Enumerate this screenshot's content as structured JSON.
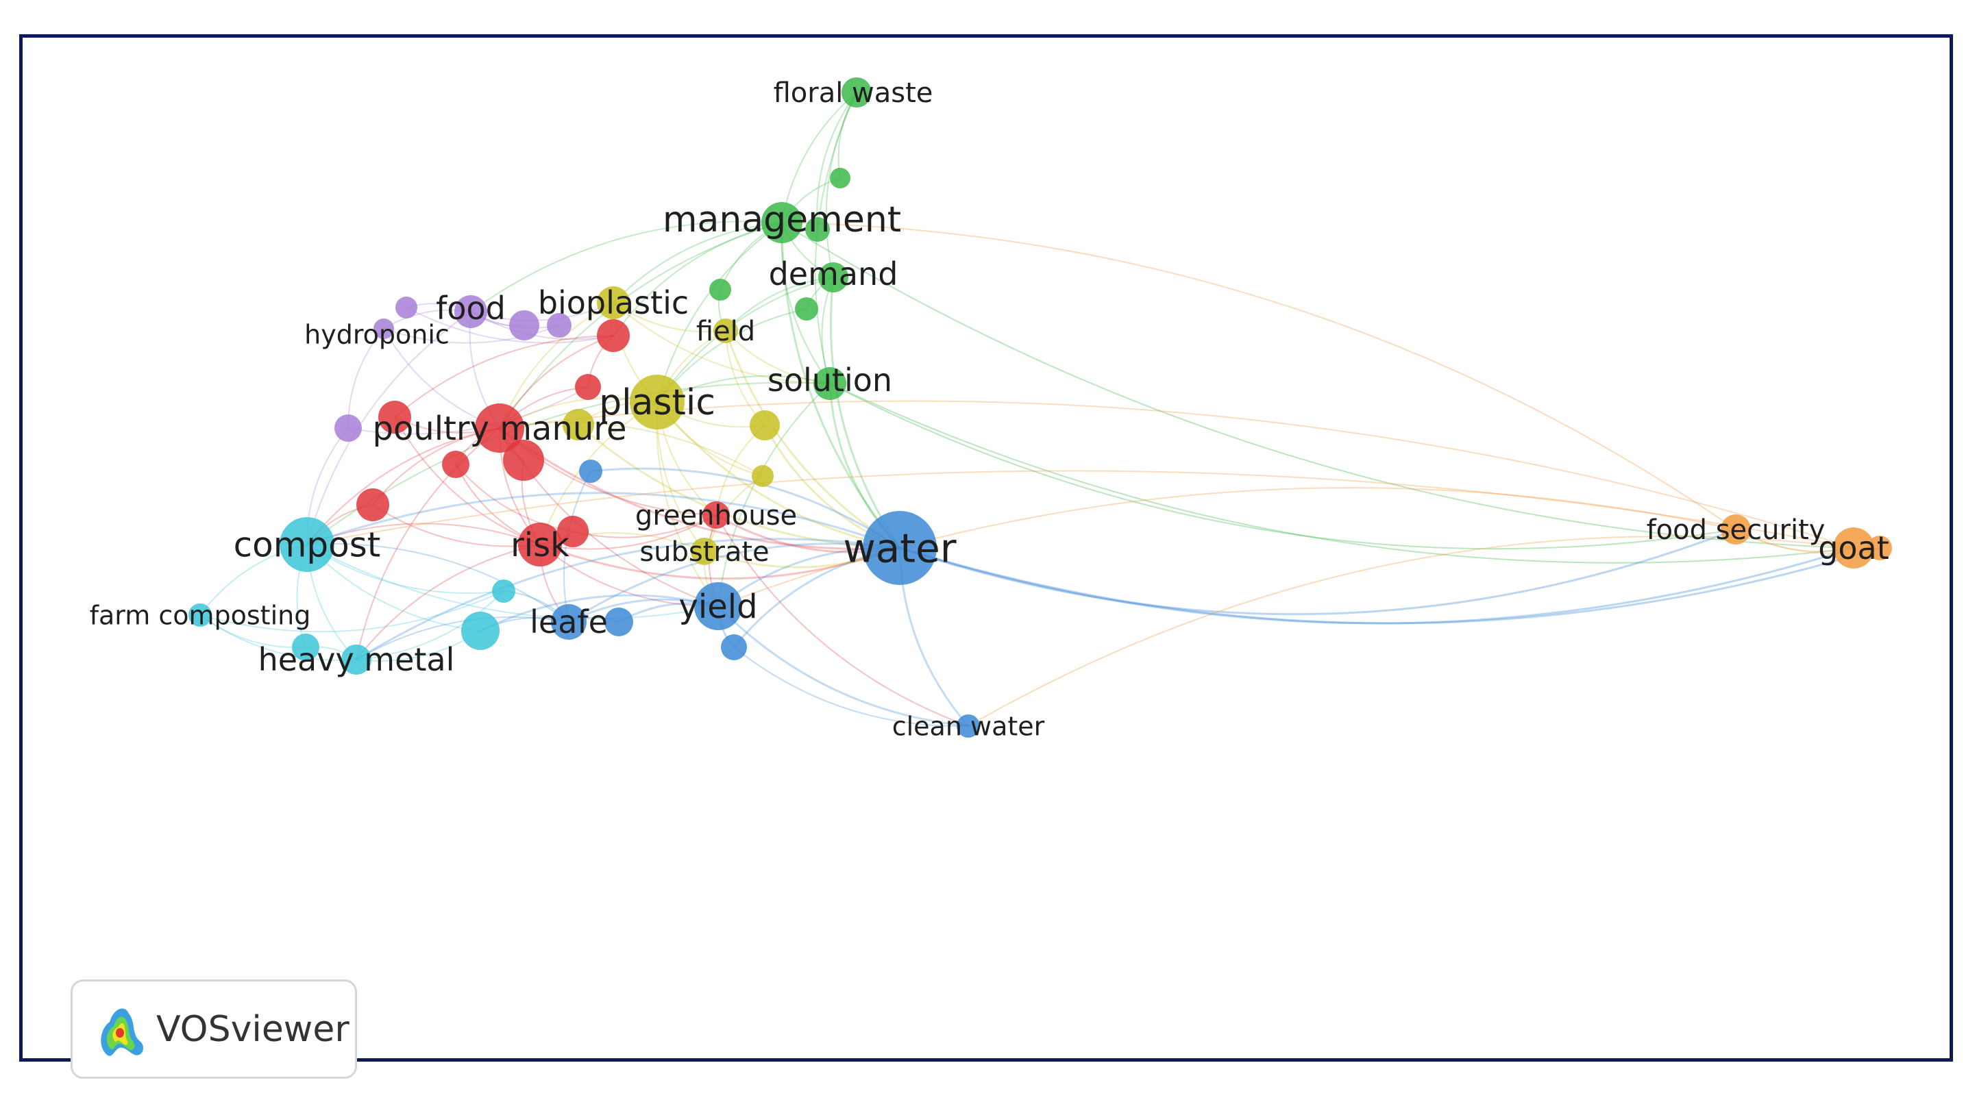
{
  "diagram": {
    "clusters": {
      "red": "#e0363b",
      "green": "#3cb84a",
      "blue": "#3d8ad6",
      "yellow": "#c7c022",
      "purple": "#a77fd8",
      "cyan": "#3cc6d8",
      "orange": "#f39a3e"
    },
    "nodes": [
      {
        "id": "floral-waste",
        "label": "floral waste",
        "cluster": "green"
      },
      {
        "id": "g2",
        "label": "",
        "cluster": "green"
      },
      {
        "id": "management",
        "label": "management",
        "cluster": "green"
      },
      {
        "id": "g4",
        "label": "",
        "cluster": "green"
      },
      {
        "id": "demand",
        "label": "demand",
        "cluster": "green"
      },
      {
        "id": "g6",
        "label": "",
        "cluster": "green"
      },
      {
        "id": "g7",
        "label": "",
        "cluster": "green"
      },
      {
        "id": "solution",
        "label": "solution",
        "cluster": "green"
      },
      {
        "id": "food",
        "label": "food",
        "cluster": "purple"
      },
      {
        "id": "p2",
        "label": "",
        "cluster": "purple"
      },
      {
        "id": "p3",
        "label": "",
        "cluster": "purple"
      },
      {
        "id": "p4",
        "label": "",
        "cluster": "purple"
      },
      {
        "id": "hydroponic",
        "label": "hydroponic",
        "cluster": "purple"
      },
      {
        "id": "p6",
        "label": "",
        "cluster": "purple"
      },
      {
        "id": "bioplastic",
        "label": "bioplastic",
        "cluster": "yellow"
      },
      {
        "id": "field",
        "label": "field",
        "cluster": "yellow"
      },
      {
        "id": "plastic",
        "label": "plastic",
        "cluster": "yellow"
      },
      {
        "id": "y4",
        "label": "",
        "cluster": "yellow"
      },
      {
        "id": "y5",
        "label": "",
        "cluster": "yellow"
      },
      {
        "id": "y6",
        "label": "",
        "cluster": "yellow"
      },
      {
        "id": "substrate",
        "label": "substrate",
        "cluster": "yellow"
      },
      {
        "id": "r1",
        "label": "",
        "cluster": "red"
      },
      {
        "id": "r2",
        "label": "",
        "cluster": "red"
      },
      {
        "id": "r3",
        "label": "",
        "cluster": "red"
      },
      {
        "id": "poultry-manure",
        "label": "poultry manure",
        "cluster": "red"
      },
      {
        "id": "r5",
        "label": "",
        "cluster": "red"
      },
      {
        "id": "r6",
        "label": "",
        "cluster": "red"
      },
      {
        "id": "r7",
        "label": "",
        "cluster": "red"
      },
      {
        "id": "risk",
        "label": "risk",
        "cluster": "red"
      },
      {
        "id": "r9",
        "label": "",
        "cluster": "red"
      },
      {
        "id": "greenhouse",
        "label": "greenhouse",
        "cluster": "red"
      },
      {
        "id": "b1",
        "label": "",
        "cluster": "blue"
      },
      {
        "id": "water",
        "label": "water",
        "cluster": "blue"
      },
      {
        "id": "yield",
        "label": "yield",
        "cluster": "blue"
      },
      {
        "id": "b4",
        "label": "",
        "cluster": "blue"
      },
      {
        "id": "leafe",
        "label": "leafe",
        "cluster": "blue"
      },
      {
        "id": "b6",
        "label": "",
        "cluster": "blue"
      },
      {
        "id": "clean-water",
        "label": "clean water",
        "cluster": "blue"
      },
      {
        "id": "compost",
        "label": "compost",
        "cluster": "cyan"
      },
      {
        "id": "farm-composting",
        "label": "farm composting",
        "cluster": "cyan"
      },
      {
        "id": "heavy-metal",
        "label": "heavy metal",
        "cluster": "cyan"
      },
      {
        "id": "c4",
        "label": "",
        "cluster": "cyan"
      },
      {
        "id": "c5",
        "label": "",
        "cluster": "cyan"
      },
      {
        "id": "c6",
        "label": "",
        "cluster": "cyan"
      },
      {
        "id": "food-security",
        "label": "food security",
        "cluster": "orange"
      },
      {
        "id": "goat",
        "label": "goat",
        "cluster": "orange"
      },
      {
        "id": "o3",
        "label": "",
        "cluster": "orange"
      }
    ],
    "links": [
      [
        "floral-waste",
        "management"
      ],
      [
        "floral-waste",
        "g2"
      ],
      [
        "floral-waste",
        "demand"
      ],
      [
        "floral-waste",
        "solution"
      ],
      [
        "floral-waste",
        "g4"
      ],
      [
        "management",
        "demand"
      ],
      [
        "management",
        "solution"
      ],
      [
        "management",
        "g6"
      ],
      [
        "management",
        "plastic"
      ],
      [
        "management",
        "bioplastic"
      ],
      [
        "management",
        "water"
      ],
      [
        "management",
        "poultry-manure"
      ],
      [
        "management",
        "r1"
      ],
      [
        "management",
        "food"
      ],
      [
        "management",
        "goat"
      ],
      [
        "demand",
        "solution"
      ],
      [
        "demand",
        "g7"
      ],
      [
        "demand",
        "water"
      ],
      [
        "demand",
        "plastic"
      ],
      [
        "demand",
        "field"
      ],
      [
        "solution",
        "water"
      ],
      [
        "solution",
        "plastic"
      ],
      [
        "solution",
        "yield"
      ],
      [
        "solution",
        "food-security"
      ],
      [
        "solution",
        "goat"
      ],
      [
        "solution",
        "compost"
      ],
      [
        "g6",
        "field"
      ],
      [
        "g7",
        "plastic"
      ],
      [
        "g2",
        "management"
      ],
      [
        "food",
        "p2"
      ],
      [
        "food",
        "p3"
      ],
      [
        "food",
        "hydroponic"
      ],
      [
        "food",
        "bioplastic"
      ],
      [
        "food",
        "r1"
      ],
      [
        "food",
        "poultry-manure"
      ],
      [
        "food",
        "compost"
      ],
      [
        "food",
        "p4"
      ],
      [
        "hydroponic",
        "p6"
      ],
      [
        "hydroponic",
        "poultry-manure"
      ],
      [
        "hydroponic",
        "p4"
      ],
      [
        "p6",
        "compost"
      ],
      [
        "p6",
        "r2"
      ],
      [
        "p3",
        "r1"
      ],
      [
        "bioplastic",
        "plastic"
      ],
      [
        "bioplastic",
        "field"
      ],
      [
        "bioplastic",
        "r1"
      ],
      [
        "bioplastic",
        "poultry-manure"
      ],
      [
        "bioplastic",
        "solution"
      ],
      [
        "field",
        "plastic"
      ],
      [
        "field",
        "y4"
      ],
      [
        "field",
        "water"
      ],
      [
        "field",
        "solution"
      ],
      [
        "plastic",
        "y4"
      ],
      [
        "plastic",
        "y5"
      ],
      [
        "plastic",
        "substrate"
      ],
      [
        "plastic",
        "poultry-manure"
      ],
      [
        "plastic",
        "greenhouse"
      ],
      [
        "plastic",
        "water"
      ],
      [
        "plastic",
        "risk"
      ],
      [
        "plastic",
        "y6"
      ],
      [
        "plastic",
        "yield"
      ],
      [
        "y4",
        "water"
      ],
      [
        "y4",
        "greenhouse"
      ],
      [
        "y5",
        "water"
      ],
      [
        "y6",
        "poultry-manure"
      ],
      [
        "y6",
        "substrate"
      ],
      [
        "substrate",
        "greenhouse"
      ],
      [
        "substrate",
        "water"
      ],
      [
        "substrate",
        "yield"
      ],
      [
        "substrate",
        "risk"
      ],
      [
        "r1",
        "r2"
      ],
      [
        "r1",
        "poultry-manure"
      ],
      [
        "r1",
        "r3"
      ],
      [
        "r2",
        "poultry-manure"
      ],
      [
        "r3",
        "poultry-manure"
      ],
      [
        "r3",
        "risk"
      ],
      [
        "poultry-manure",
        "r5"
      ],
      [
        "poultry-manure",
        "r6"
      ],
      [
        "poultry-manure",
        "r7"
      ],
      [
        "poultry-manure",
        "risk"
      ],
      [
        "poultry-manure",
        "compost"
      ],
      [
        "poultry-manure",
        "greenhouse"
      ],
      [
        "poultry-manure",
        "water"
      ],
      [
        "poultry-manure",
        "heavy-metal"
      ],
      [
        "poultry-manure",
        "yield"
      ],
      [
        "r5",
        "risk"
      ],
      [
        "r6",
        "compost"
      ],
      [
        "r6",
        "risk"
      ],
      [
        "r7",
        "r9"
      ],
      [
        "r7",
        "risk"
      ],
      [
        "risk",
        "r9"
      ],
      [
        "risk",
        "compost"
      ],
      [
        "risk",
        "heavy-metal"
      ],
      [
        "risk",
        "water"
      ],
      [
        "risk",
        "yield"
      ],
      [
        "risk",
        "leafe"
      ],
      [
        "risk",
        "greenhouse"
      ],
      [
        "r9",
        "greenhouse"
      ],
      [
        "greenhouse",
        "water"
      ],
      [
        "greenhouse",
        "yield"
      ],
      [
        "greenhouse",
        "clean-water"
      ],
      [
        "water",
        "yield"
      ],
      [
        "water",
        "clean-water"
      ],
      [
        "water",
        "b1"
      ],
      [
        "water",
        "leafe"
      ],
      [
        "water",
        "b4"
      ],
      [
        "water",
        "food-security"
      ],
      [
        "water",
        "goat"
      ],
      [
        "water",
        "compost"
      ],
      [
        "water",
        "heavy-metal"
      ],
      [
        "water",
        "o3"
      ],
      [
        "yield",
        "b4"
      ],
      [
        "yield",
        "clean-water"
      ],
      [
        "yield",
        "leafe"
      ],
      [
        "yield",
        "b6"
      ],
      [
        "yield",
        "c4"
      ],
      [
        "b4",
        "clean-water"
      ],
      [
        "b6",
        "leafe"
      ],
      [
        "b1",
        "leafe"
      ],
      [
        "leafe",
        "heavy-metal"
      ],
      [
        "leafe",
        "c4"
      ],
      [
        "leafe",
        "c5"
      ],
      [
        "leafe",
        "compost"
      ],
      [
        "compost",
        "farm-composting"
      ],
      [
        "compost",
        "heavy-metal"
      ],
      [
        "compost",
        "c4"
      ],
      [
        "compost",
        "c5"
      ],
      [
        "compost",
        "c6"
      ],
      [
        "compost",
        "yield"
      ],
      [
        "farm-composting",
        "heavy-metal"
      ],
      [
        "farm-composting",
        "c6"
      ],
      [
        "farm-composting",
        "c5"
      ],
      [
        "heavy-metal",
        "c4"
      ],
      [
        "heavy-metal",
        "c5"
      ],
      [
        "heavy-metal",
        "c6"
      ],
      [
        "food-security",
        "goat"
      ],
      [
        "food-security",
        "o3"
      ],
      [
        "goat",
        "o3"
      ],
      [
        "food-security",
        "yield"
      ],
      [
        "goat",
        "clean-water"
      ],
      [
        "goat",
        "poultry-manure"
      ],
      [
        "food-security",
        "management"
      ],
      [
        "goat",
        "compost"
      ]
    ]
  },
  "branding": {
    "name": "VOSviewer"
  }
}
